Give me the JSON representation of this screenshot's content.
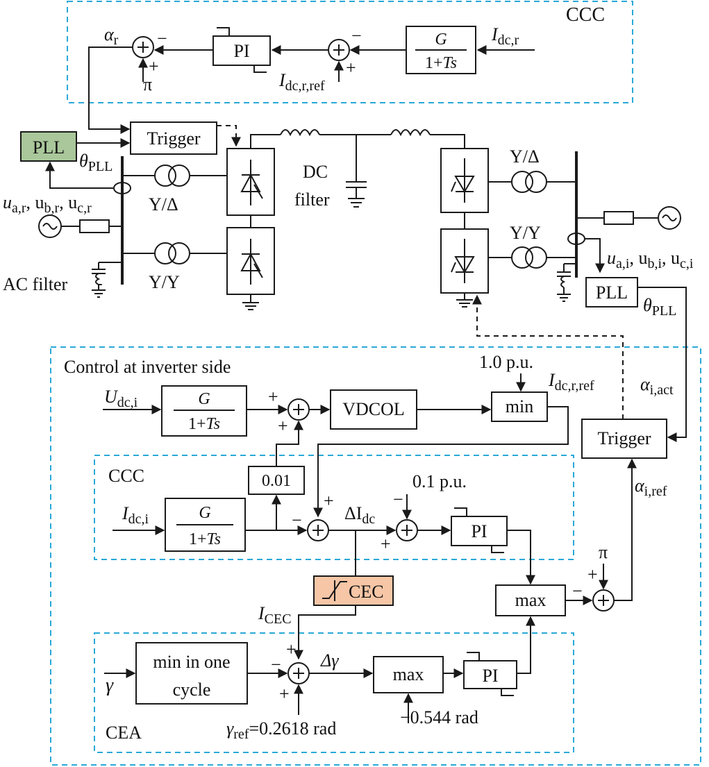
{
  "colors": {
    "region_border": "#29a8d6",
    "pll_fill": "#a9c79a",
    "cec_fill": "#f6c6a6",
    "line": "#1a1a1a"
  },
  "regions": {
    "ccc_top": "CCC",
    "inverter_control": "Control at inverter side",
    "ccc_inner": "CCC",
    "cea": "CEA"
  },
  "blocks": {
    "pi": "PI",
    "trigger": "Trigger",
    "pll": "PLL",
    "vdcol": "VDCOL",
    "min": "min",
    "max": "max",
    "gain": "0.01",
    "cec": "CEC",
    "min_cycle_1": "min in one",
    "min_cycle_2": "cycle",
    "filter_num": "G",
    "filter_den_a": "1+",
    "filter_den_b": "Ts"
  },
  "labels": {
    "alpha": "α",
    "alpha_r_sub": "r",
    "pi_const": "π",
    "i": "I",
    "u": "U",
    "idc_r_sub": "dc,r",
    "idc_r_ref_sub": "dc,r,ref",
    "idc_i_sub": "dc,i",
    "udc_i_sub": "dc,i",
    "theta": "θ",
    "pll_sub": "PLL",
    "ur_a": "u",
    "ur_a_sub": "a,r",
    "ur_b": ", u",
    "ur_b_sub": "b,r",
    "ur_c": ", u",
    "ur_c_sub": "c,r",
    "ui_a": "u",
    "ui_a_sub": "a,i",
    "ui_b": ", u",
    "ui_b_sub": "b,i",
    "ui_c": ", u",
    "ui_c_sub": "c,i",
    "y_delta": "Y/Δ",
    "y_y": "Y/Y",
    "dc_filter_1": "DC",
    "dc_filter_2": "filter",
    "ac_filter": "AC filter",
    "one_pu": "1.0 p.u.",
    "zero_one_pu": "0.1 p.u.",
    "delta_idc": "ΔI",
    "delta_idc_sub": "dc",
    "delta_gamma": "Δγ",
    "gamma": "γ",
    "gamma_ref_sub": "ref",
    "gamma_ref_val": "=0.2618 rad",
    "i_cec_sub": "CEC",
    "neg_rad": "−0.544 rad",
    "alpha_i_act_sub": "i,act",
    "alpha_i_ref_sub": "i,ref",
    "plus": "+",
    "minus": "−"
  }
}
